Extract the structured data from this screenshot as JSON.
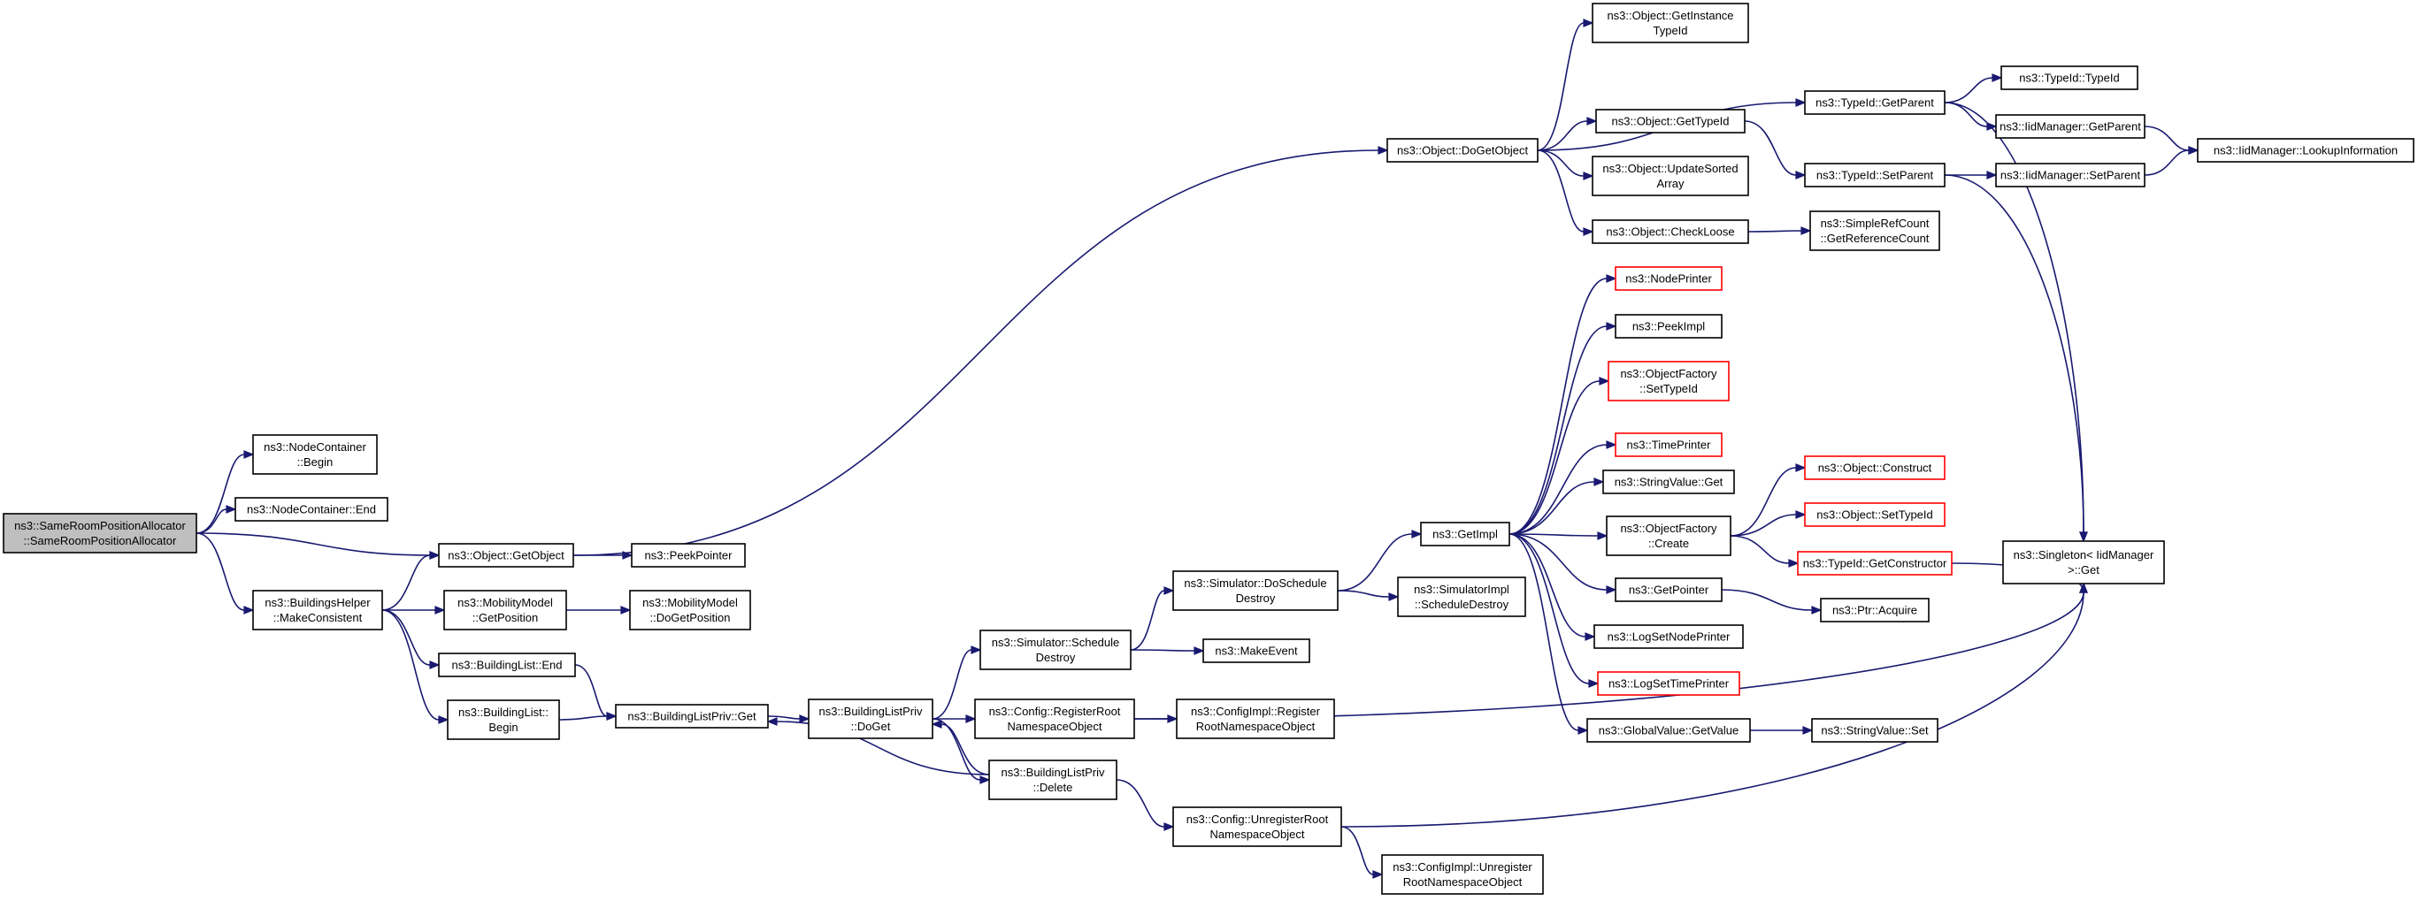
{
  "nodes": [
    {
      "id": "root",
      "lines": [
        "ns3::SameRoomPositionAllocator",
        "::SameRoomPositionAllocator"
      ],
      "style": "root"
    },
    {
      "id": "nc_begin",
      "lines": [
        "ns3::NodeContainer",
        "::Begin"
      ]
    },
    {
      "id": "nc_end",
      "lines": [
        "ns3::NodeContainer::End"
      ]
    },
    {
      "id": "obj_getobject",
      "lines": [
        "ns3::Object::GetObject"
      ]
    },
    {
      "id": "peekpointer",
      "lines": [
        "ns3::PeekPointer"
      ]
    },
    {
      "id": "bh_makeconsistent",
      "lines": [
        "ns3::BuildingsHelper",
        "::MakeConsistent"
      ]
    },
    {
      "id": "mm_getposition",
      "lines": [
        "ns3::MobilityModel",
        "::GetPosition"
      ]
    },
    {
      "id": "mm_dogetposition",
      "lines": [
        "ns3::MobilityModel",
        "::DoGetPosition"
      ]
    },
    {
      "id": "bl_end",
      "lines": [
        "ns3::BuildingList::End"
      ]
    },
    {
      "id": "bl_begin",
      "lines": [
        "ns3::BuildingList::",
        "Begin"
      ]
    },
    {
      "id": "blp_get",
      "lines": [
        "ns3::BuildingListPriv::Get"
      ]
    },
    {
      "id": "blp_doget",
      "lines": [
        "ns3::BuildingListPriv",
        "::DoGet"
      ]
    },
    {
      "id": "sim_scheduledestroy",
      "lines": [
        "ns3::Simulator::Schedule",
        "Destroy"
      ]
    },
    {
      "id": "cfg_registerroot",
      "lines": [
        "ns3::Config::RegisterRoot",
        "NamespaceObject"
      ]
    },
    {
      "id": "blp_delete",
      "lines": [
        "ns3::BuildingListPriv",
        "::Delete"
      ]
    },
    {
      "id": "sim_doscheduledestroy",
      "lines": [
        "ns3::Simulator::DoSchedule",
        "Destroy"
      ]
    },
    {
      "id": "makeevent",
      "lines": [
        "ns3::MakeEvent"
      ]
    },
    {
      "id": "cfgimpl_register",
      "lines": [
        "ns3::ConfigImpl::Register",
        "RootNamespaceObject"
      ]
    },
    {
      "id": "cfg_unregisterroot",
      "lines": [
        "ns3::Config::UnregisterRoot",
        "NamespaceObject"
      ]
    },
    {
      "id": "cfgimpl_unregister",
      "lines": [
        "ns3::ConfigImpl::Unregister",
        "RootNamespaceObject"
      ]
    },
    {
      "id": "getimpl",
      "lines": [
        "ns3::GetImpl"
      ]
    },
    {
      "id": "simimpl_scheduledestroy",
      "lines": [
        "ns3::SimulatorImpl",
        "::ScheduleDestroy"
      ]
    },
    {
      "id": "obj_dogetobject",
      "lines": [
        "ns3::Object::DoGetObject"
      ]
    },
    {
      "id": "obj_getinstancetypeid",
      "lines": [
        "ns3::Object::GetInstance",
        "TypeId"
      ]
    },
    {
      "id": "obj_gettypeid",
      "lines": [
        "ns3::Object::GetTypeId"
      ]
    },
    {
      "id": "obj_updatesorted",
      "lines": [
        "ns3::Object::UpdateSorted",
        "Array"
      ]
    },
    {
      "id": "obj_checkloose",
      "lines": [
        "ns3::Object::CheckLoose"
      ]
    },
    {
      "id": "typeid_getparent",
      "lines": [
        "ns3::TypeId::GetParent"
      ]
    },
    {
      "id": "typeid_setparent",
      "lines": [
        "ns3::TypeId::SetParent"
      ]
    },
    {
      "id": "srefcount_getref",
      "lines": [
        "ns3::SimpleRefCount",
        "::GetReferenceCount"
      ]
    },
    {
      "id": "typeid_typeid",
      "lines": [
        "ns3::TypeId::TypeId"
      ]
    },
    {
      "id": "iidm_getparent",
      "lines": [
        "ns3::IidManager::GetParent"
      ]
    },
    {
      "id": "iidm_setparent",
      "lines": [
        "ns3::IidManager::SetParent"
      ]
    },
    {
      "id": "iidm_lookupinfo",
      "lines": [
        "ns3::IidManager::LookupInformation"
      ]
    },
    {
      "id": "singleton_get",
      "lines": [
        "ns3::Singleton< IidManager",
        ">::Get"
      ]
    },
    {
      "id": "nodeprinter",
      "lines": [
        "ns3::NodePrinter"
      ],
      "style": "truncated"
    },
    {
      "id": "peekimpl",
      "lines": [
        "ns3::PeekImpl"
      ]
    },
    {
      "id": "objfactory_settypeid",
      "lines": [
        "ns3::ObjectFactory",
        "::SetTypeId"
      ],
      "style": "truncated"
    },
    {
      "id": "timeprinter",
      "lines": [
        "ns3::TimePrinter"
      ],
      "style": "truncated"
    },
    {
      "id": "stringvalue_get",
      "lines": [
        "ns3::StringValue::Get"
      ]
    },
    {
      "id": "objfactory_create",
      "lines": [
        "ns3::ObjectFactory",
        "::Create"
      ]
    },
    {
      "id": "getpointer",
      "lines": [
        "ns3::GetPointer"
      ]
    },
    {
      "id": "logsetnodeprinter",
      "lines": [
        "ns3::LogSetNodePrinter"
      ]
    },
    {
      "id": "logsettimeprinter",
      "lines": [
        "ns3::LogSetTimePrinter"
      ],
      "style": "truncated"
    },
    {
      "id": "globalvalue_getvalue",
      "lines": [
        "ns3::GlobalValue::GetValue"
      ]
    },
    {
      "id": "obj_construct",
      "lines": [
        "ns3::Object::Construct"
      ],
      "style": "truncated"
    },
    {
      "id": "obj_settypeid",
      "lines": [
        "ns3::Object::SetTypeId"
      ],
      "style": "truncated"
    },
    {
      "id": "typeid_getconstructor",
      "lines": [
        "ns3::TypeId::GetConstructor"
      ],
      "style": "truncated"
    },
    {
      "id": "ptr_acquire",
      "lines": [
        "ns3::Ptr::Acquire"
      ]
    },
    {
      "id": "stringvalue_set",
      "lines": [
        "ns3::StringValue::Set"
      ]
    }
  ],
  "edges": [
    {
      "from": "root",
      "to": "nc_begin"
    },
    {
      "from": "root",
      "to": "nc_end"
    },
    {
      "from": "root",
      "to": "obj_getobject"
    },
    {
      "from": "root",
      "to": "bh_makeconsistent"
    },
    {
      "from": "obj_getobject",
      "to": "peekpointer"
    },
    {
      "from": "obj_getobject",
      "to": "obj_dogetobject"
    },
    {
      "from": "bh_makeconsistent",
      "to": "obj_getobject"
    },
    {
      "from": "bh_makeconsistent",
      "to": "mm_getposition"
    },
    {
      "from": "bh_makeconsistent",
      "to": "bl_end"
    },
    {
      "from": "bh_makeconsistent",
      "to": "bl_begin"
    },
    {
      "from": "mm_getposition",
      "to": "mm_dogetposition"
    },
    {
      "from": "bl_end",
      "to": "blp_get"
    },
    {
      "from": "bl_begin",
      "to": "blp_get"
    },
    {
      "from": "blp_get",
      "to": "blp_doget"
    },
    {
      "from": "blp_doget",
      "to": "sim_scheduledestroy"
    },
    {
      "from": "blp_doget",
      "to": "cfg_registerroot"
    },
    {
      "from": "blp_doget",
      "to": "blp_delete"
    },
    {
      "from": "blp_delete",
      "to": "blp_get"
    },
    {
      "from": "blp_delete",
      "to": "blp_doget"
    },
    {
      "from": "blp_delete",
      "to": "cfg_unregisterroot"
    },
    {
      "from": "sim_scheduledestroy",
      "to": "sim_doscheduledestroy"
    },
    {
      "from": "sim_scheduledestroy",
      "to": "makeevent"
    },
    {
      "from": "cfg_registerroot",
      "to": "cfgimpl_register"
    },
    {
      "from": "cfg_registerroot",
      "to": "singleton_get"
    },
    {
      "from": "cfg_unregisterroot",
      "to": "cfgimpl_unregister"
    },
    {
      "from": "cfg_unregisterroot",
      "to": "singleton_get"
    },
    {
      "from": "sim_doscheduledestroy",
      "to": "getimpl"
    },
    {
      "from": "sim_doscheduledestroy",
      "to": "simimpl_scheduledestroy"
    },
    {
      "from": "getimpl",
      "to": "nodeprinter"
    },
    {
      "from": "getimpl",
      "to": "peekimpl"
    },
    {
      "from": "getimpl",
      "to": "objfactory_settypeid"
    },
    {
      "from": "getimpl",
      "to": "timeprinter"
    },
    {
      "from": "getimpl",
      "to": "stringvalue_get"
    },
    {
      "from": "getimpl",
      "to": "objfactory_create"
    },
    {
      "from": "getimpl",
      "to": "getpointer"
    },
    {
      "from": "getimpl",
      "to": "logsetnodeprinter"
    },
    {
      "from": "getimpl",
      "to": "logsettimeprinter"
    },
    {
      "from": "getimpl",
      "to": "globalvalue_getvalue"
    },
    {
      "from": "objfactory_create",
      "to": "obj_construct"
    },
    {
      "from": "objfactory_create",
      "to": "obj_settypeid"
    },
    {
      "from": "objfactory_create",
      "to": "typeid_getconstructor"
    },
    {
      "from": "typeid_getconstructor",
      "to": "singleton_get"
    },
    {
      "from": "getpointer",
      "to": "ptr_acquire"
    },
    {
      "from": "globalvalue_getvalue",
      "to": "stringvalue_set"
    },
    {
      "from": "obj_dogetobject",
      "to": "obj_getinstancetypeid"
    },
    {
      "from": "obj_dogetobject",
      "to": "typeid_getparent"
    },
    {
      "from": "obj_dogetobject",
      "to": "obj_gettypeid"
    },
    {
      "from": "obj_dogetobject",
      "to": "obj_updatesorted"
    },
    {
      "from": "obj_dogetobject",
      "to": "obj_checkloose"
    },
    {
      "from": "obj_gettypeid",
      "to": "typeid_setparent"
    },
    {
      "from": "obj_checkloose",
      "to": "srefcount_getref"
    },
    {
      "from": "typeid_getparent",
      "to": "typeid_typeid"
    },
    {
      "from": "typeid_getparent",
      "to": "iidm_getparent"
    },
    {
      "from": "typeid_getparent",
      "to": "singleton_get"
    },
    {
      "from": "typeid_setparent",
      "to": "iidm_setparent"
    },
    {
      "from": "typeid_setparent",
      "to": "singleton_get"
    },
    {
      "from": "iidm_getparent",
      "to": "iidm_lookupinfo"
    },
    {
      "from": "iidm_setparent",
      "to": "iidm_lookupinfo"
    }
  ],
  "colors": {
    "edge": "#191970",
    "node_border": "#000000",
    "truncated_border": "#ff0000",
    "root_fill": "#bfbfbf"
  }
}
